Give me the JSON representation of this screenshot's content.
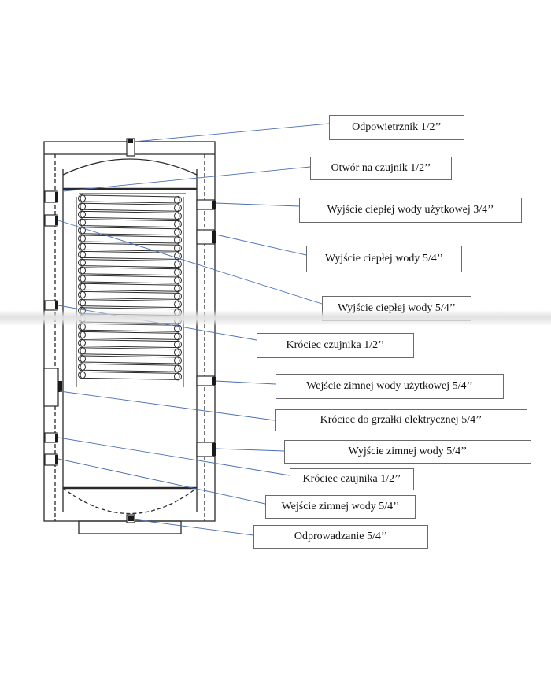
{
  "labels": {
    "odpowietrznik": "Odpowietrznik 1/2’’",
    "otwor_czujnik": "Otwór na czujnik 1/2’’",
    "wyjscie_cieplej_uzytkowej": "Wyjście ciepłej wody użytkowej 3/4’’",
    "wyjscie_cieplej_1": "Wyjście ciepłej wody 5/4’’",
    "wyjscie_cieplej_2": "Wyjście ciepłej wody 5/4’’",
    "krociec_czujnika_1": "Króciec czujnika 1/2’’",
    "wejscie_zimnej_uzytkowej": "Wejście zimnej wody użytkowej 5/4’’",
    "krociec_grzalki": "Króciec do grzałki elektrycznej 5/4’’",
    "wyjscie_zimnej": "Wyjście zimnej wody 5/4’’",
    "krociec_czujnika_2": "Króciec czujnika 1/2’’",
    "wejscie_zimnej": "Wejście zimnej wody 5/4’’",
    "odprowadzanie": "Odprowadzanie 5/4’’"
  },
  "colors": {
    "leader_line": "#4a6fb5",
    "drawing": "#2a2a2a",
    "box_border": "#6a6a6a"
  }
}
